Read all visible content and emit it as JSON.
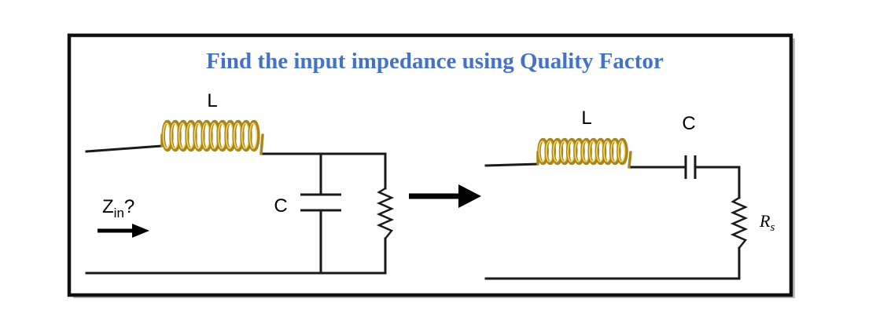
{
  "title": "Find the input impedance using Quality Factor",
  "colors": {
    "title": "#4472c4",
    "coil": "#a8851f",
    "coil_highlight": "#f3da6a",
    "wire": "#1a1a1a",
    "frame": "#111111"
  },
  "left_circuit": {
    "inductor_label": "L",
    "capacitor_label": "C",
    "input_label": {
      "main": "Z",
      "subscript": "in",
      "suffix": "?"
    },
    "input_arrow_icon": "right-arrow-icon",
    "components": [
      "inductor",
      "capacitor",
      "resistor"
    ]
  },
  "conversion_arrow_icon": "right-arrow-icon",
  "right_circuit": {
    "inductor_label": "L",
    "capacitor_label": "C",
    "resistor_label": {
      "main": "R",
      "subscript": "s"
    },
    "components": [
      "inductor",
      "capacitor",
      "resistor"
    ]
  }
}
